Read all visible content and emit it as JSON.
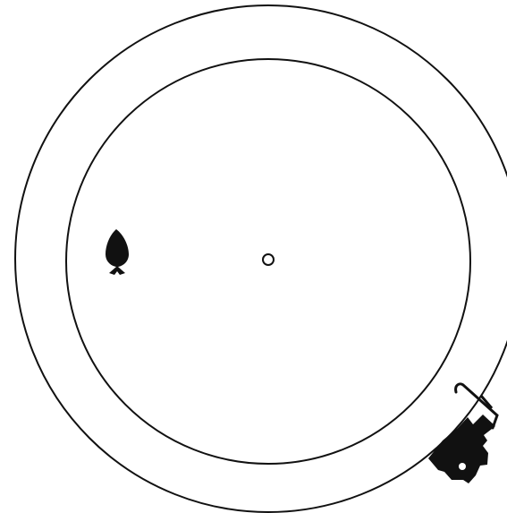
{
  "colors": {
    "background": "#ffffff",
    "stroke": "#111111",
    "fill": "#111111"
  },
  "scene": {
    "objects": [
      {
        "name": "outer-ring",
        "kind": "circle-outline"
      },
      {
        "name": "inner-pond",
        "kind": "circle-outline"
      },
      {
        "name": "center-marker",
        "kind": "small-circle-outline"
      },
      {
        "name": "fish-icon",
        "kind": "fish-silhouette"
      },
      {
        "name": "fisherman-with-rod",
        "kind": "player-silhouette"
      }
    ]
  }
}
